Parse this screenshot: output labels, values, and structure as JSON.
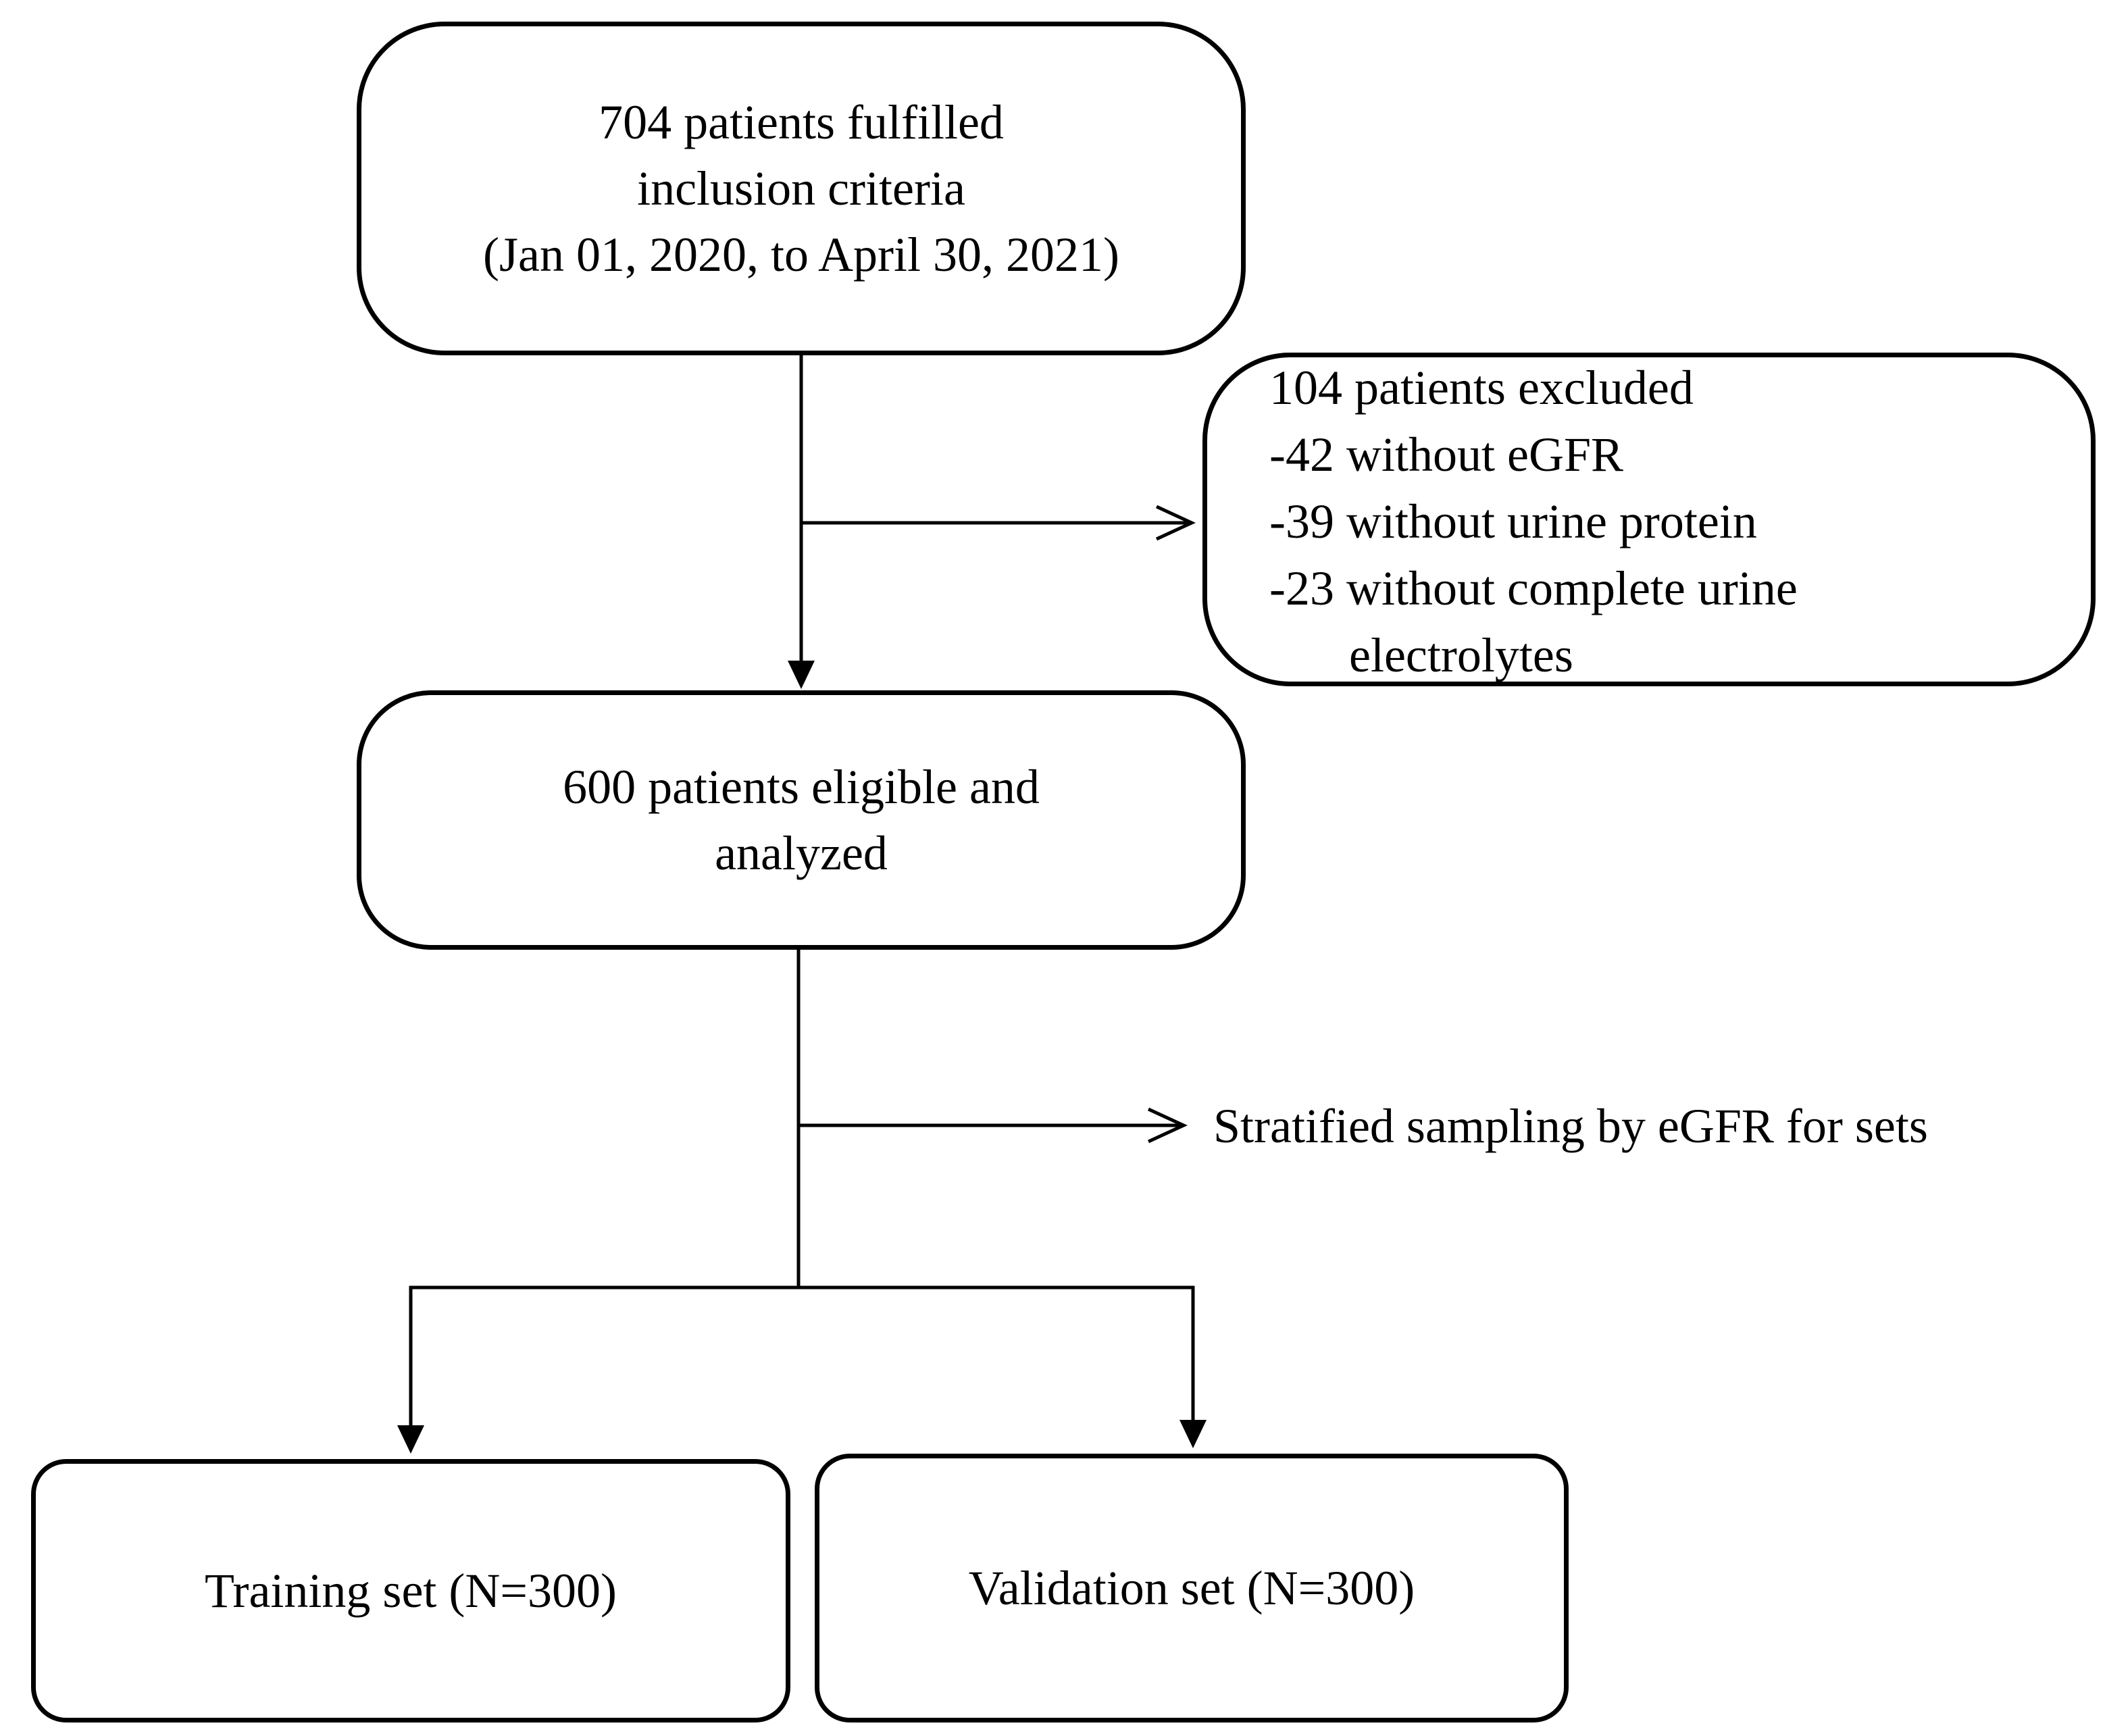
{
  "inclusion_box": {
    "lines": [
      "704 patients fulfilled",
      "inclusion criteria",
      "(Jan 01, 2020, to April 30, 2021)"
    ]
  },
  "excluded_box": {
    "lines": [
      "104 patients excluded",
      "-42 without eGFR",
      "-39 without urine protein",
      "-23 without complete urine",
      "electrolytes"
    ]
  },
  "eligible_box": {
    "lines": [
      "600 patients eligible and",
      "analyzed"
    ]
  },
  "stratification_label": "Stratified sampling by eGFR for sets",
  "training_box": {
    "label": "Training set (N=300)"
  },
  "validation_box": {
    "label": "Validation set (N=300)"
  }
}
